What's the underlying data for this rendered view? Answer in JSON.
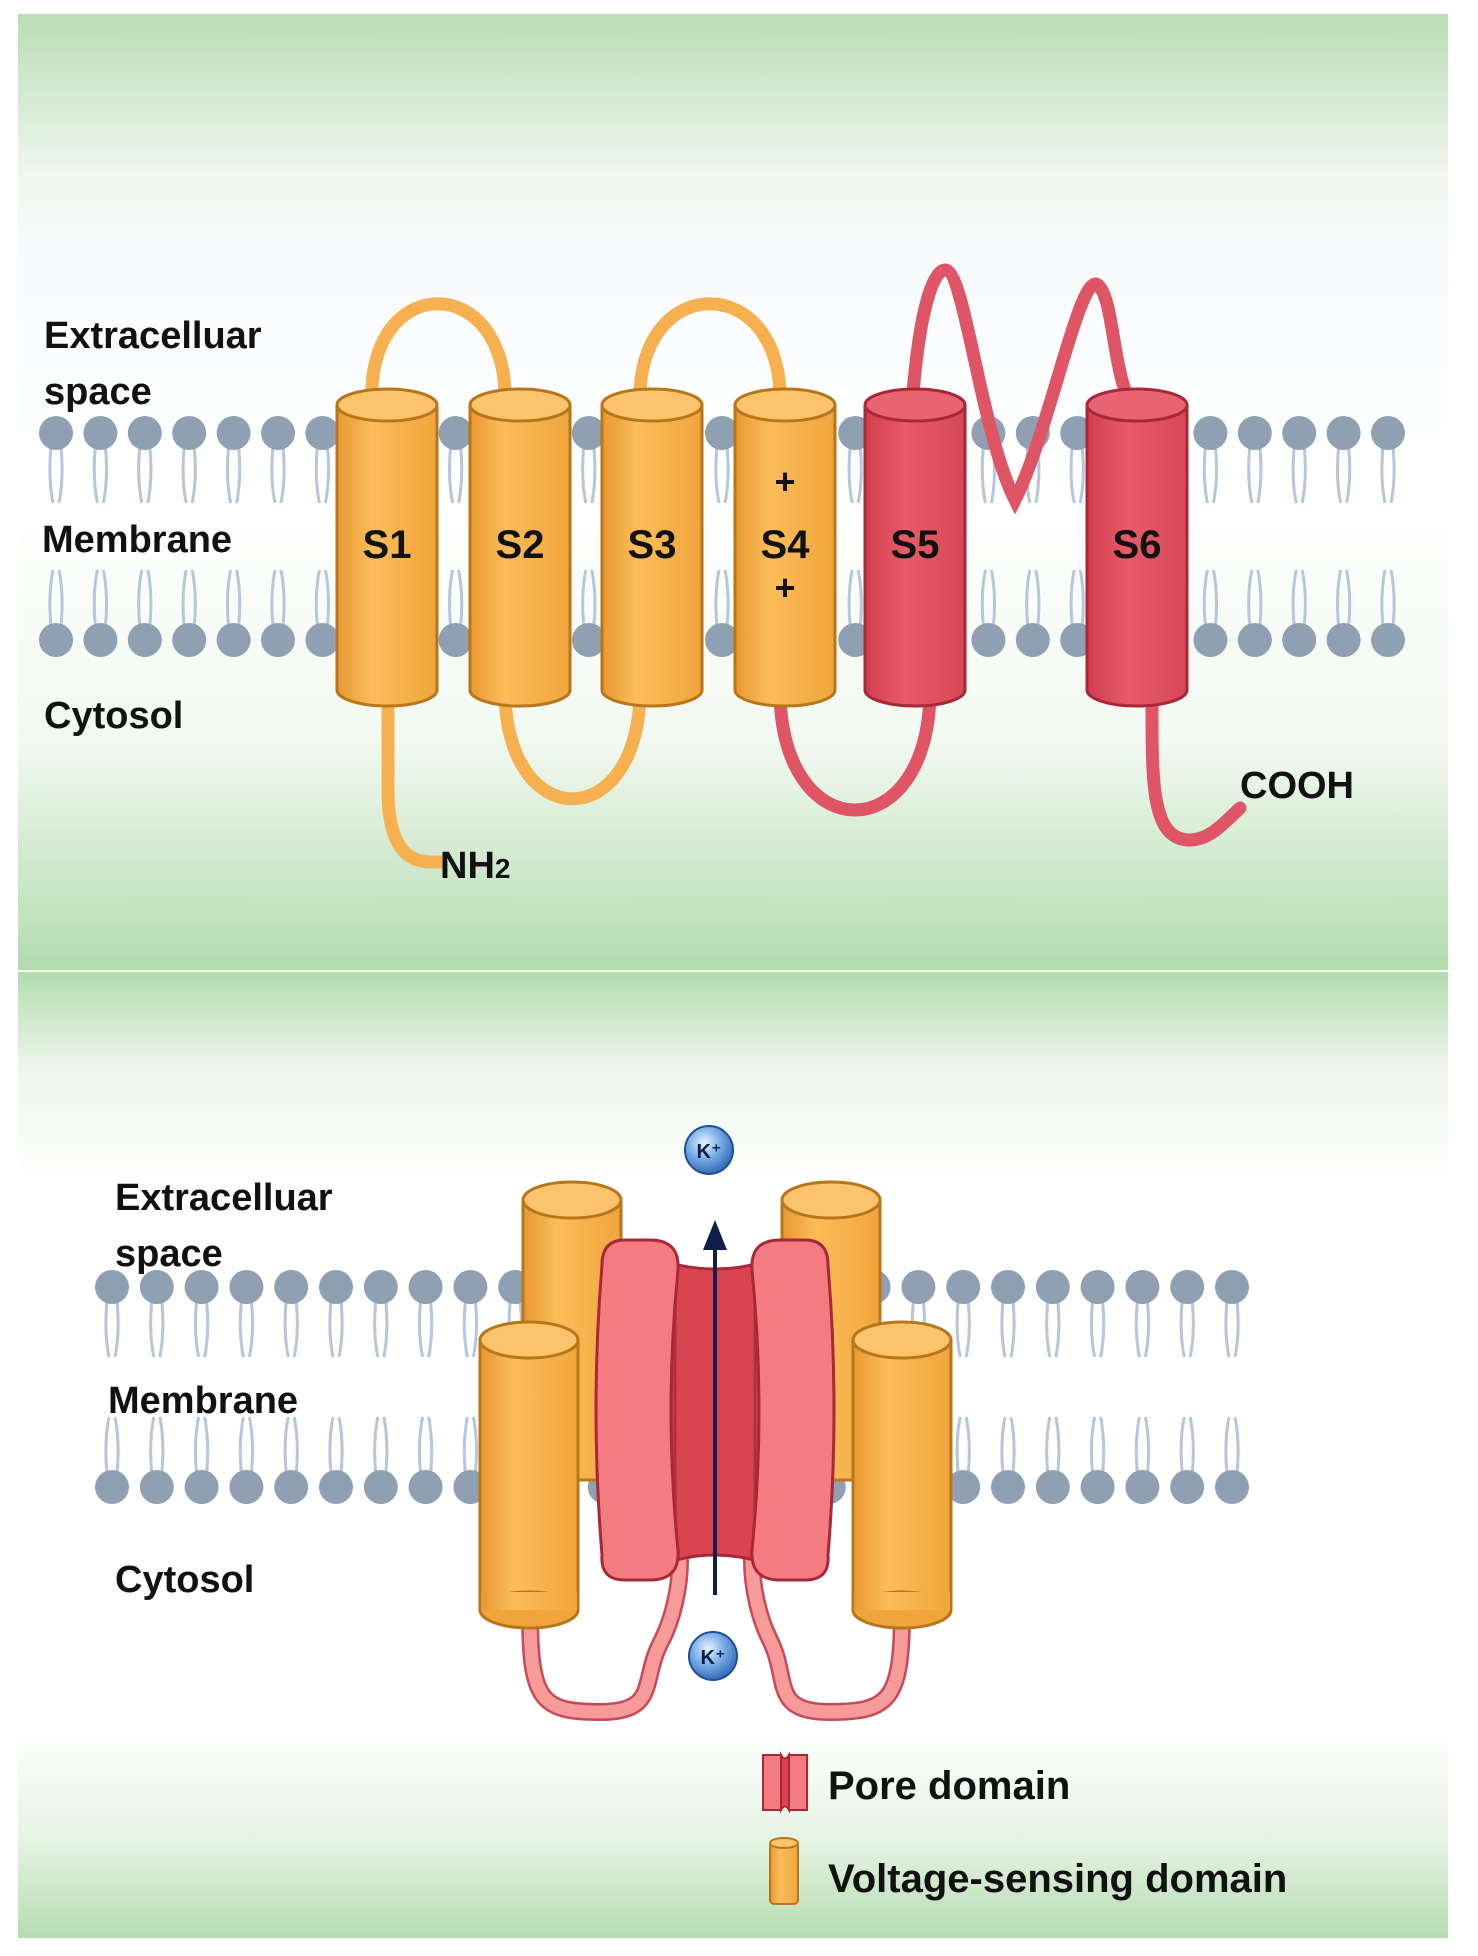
{
  "top_panel": {
    "labels": {
      "extracellular": [
        "Extracelluar",
        "space"
      ],
      "membrane": "Membrane",
      "cytosol": "Cytosol",
      "n_terminus": "NH",
      "n_terminus_sub": "2",
      "c_terminus": "COOH"
    },
    "helices": [
      {
        "label": "S1",
        "domain": "voltage-sensing"
      },
      {
        "label": "S2",
        "domain": "voltage-sensing"
      },
      {
        "label": "S3",
        "domain": "voltage-sensing"
      },
      {
        "label": "S4",
        "domain": "voltage-sensing",
        "charge_marks": [
          "+",
          "+"
        ]
      },
      {
        "label": "S5",
        "domain": "pore"
      },
      {
        "label": "S6",
        "domain": "pore"
      }
    ]
  },
  "bottom_panel": {
    "labels": {
      "extracellular": [
        "Extracelluar",
        "space"
      ],
      "membrane": "Membrane",
      "cytosol": "Cytosol"
    },
    "ion_top": "K⁺",
    "ion_bottom": "K⁺"
  },
  "legend": {
    "items": [
      {
        "label": "Pore domain",
        "icon": "pore-domain-icon"
      },
      {
        "label": "Voltage-sensing domain",
        "icon": "voltage-sensor-icon"
      }
    ]
  },
  "colors": {
    "voltage_sensor_fill": "#f9b24e",
    "voltage_sensor_stroke": "#b8761a",
    "pore_fill": "#e05060",
    "pore_light": "#f47c80",
    "pore_stroke": "#a8283a",
    "membrane_head": "#8fa0b3",
    "membrane_tail": "#b5c7dc",
    "background_green": "#b7ddb3",
    "arrow": "#0d1f4a",
    "ion_fill": "#3d7fd0"
  }
}
